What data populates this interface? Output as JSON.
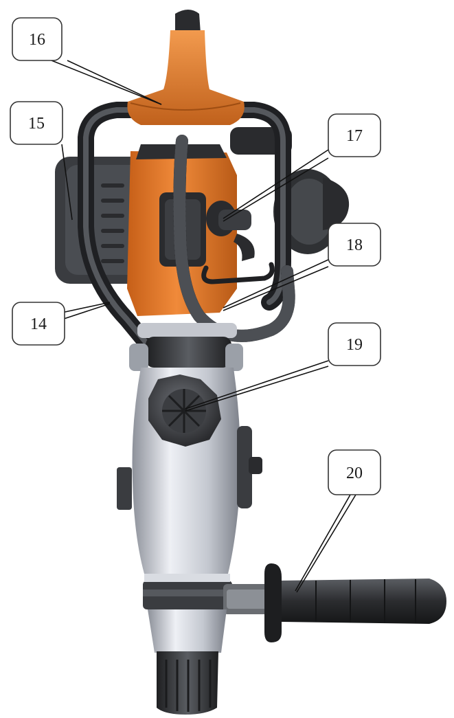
{
  "diagram": {
    "callouts": [
      {
        "id": "c16",
        "label": "16"
      },
      {
        "id": "c15",
        "label": "15"
      },
      {
        "id": "c17",
        "label": "17"
      },
      {
        "id": "c18",
        "label": "18"
      },
      {
        "id": "c14",
        "label": "14"
      },
      {
        "id": "c19",
        "label": "19"
      },
      {
        "id": "c20",
        "label": "20"
      }
    ]
  },
  "colors": {
    "orange": "#e8772a",
    "orange_dark": "#b85a17",
    "black_part": "#2a2a2a",
    "dark_grey": "#3f4246",
    "silver": "#c9ccd3",
    "silver_light": "#eef0f4",
    "silver_dark": "#8b8f98"
  }
}
